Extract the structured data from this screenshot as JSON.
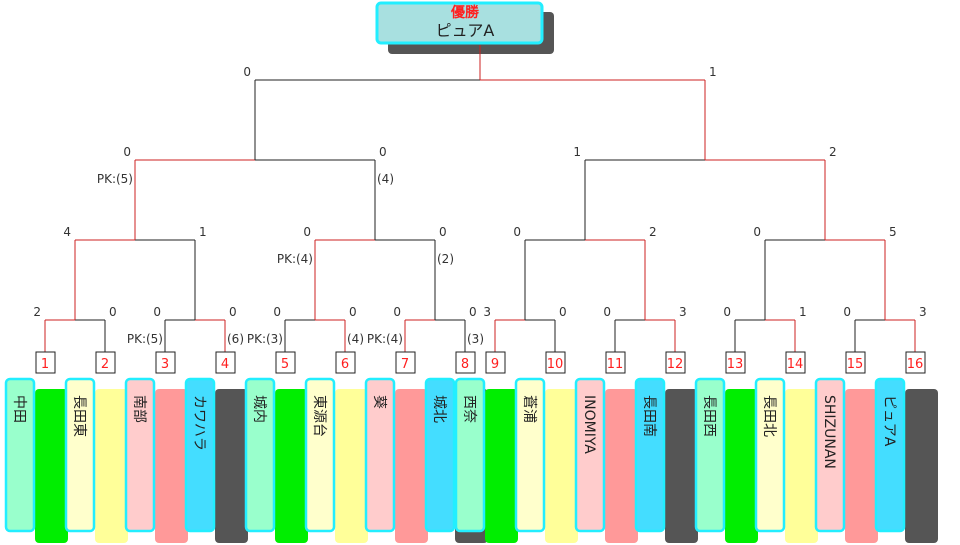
{
  "champion": {
    "label": "優勝",
    "name": "ピュアA"
  },
  "colors": {
    "win_line": "#cc2222",
    "lose_line": "#222222",
    "team_styles": {
      "green": {
        "fill": "#99ffcc",
        "shadow": "#00ee00"
      },
      "yellow": {
        "fill": "#ffffcc",
        "shadow": "#ffff99"
      },
      "pink": {
        "fill": "#ffcccc",
        "shadow": "#ff9999"
      },
      "blue": {
        "fill": "#44ddff",
        "shadow": "#555555"
      }
    },
    "border": "#22eeff"
  },
  "teams": [
    {
      "num": "1",
      "name": "中田",
      "style": "green"
    },
    {
      "num": "2",
      "name": "長田東",
      "style": "yellow"
    },
    {
      "num": "3",
      "name": "南部",
      "style": "pink"
    },
    {
      "num": "4",
      "name": "カワハラ",
      "style": "blue"
    },
    {
      "num": "5",
      "name": "城内",
      "style": "green"
    },
    {
      "num": "6",
      "name": "東源台",
      "style": "yellow"
    },
    {
      "num": "7",
      "name": "葵",
      "style": "pink"
    },
    {
      "num": "8",
      "name": "城北",
      "style": "blue"
    },
    {
      "num": "9",
      "name": "西奈",
      "style": "green"
    },
    {
      "num": "10",
      "name": "蒼浦",
      "style": "yellow"
    },
    {
      "num": "11",
      "name": "INOMIYA",
      "style": "pink"
    },
    {
      "num": "12",
      "name": "長田南",
      "style": "blue"
    },
    {
      "num": "13",
      "name": "長田西",
      "style": "green"
    },
    {
      "num": "14",
      "name": "長田北",
      "style": "yellow"
    },
    {
      "num": "15",
      "name": "SHIZUNAN",
      "style": "pink"
    },
    {
      "num": "16",
      "name": "ピュアA",
      "style": "blue"
    }
  ],
  "rounds": [
    [
      {
        "winner": "left",
        "left_score": "2",
        "right_score": "0"
      },
      {
        "winner": "right",
        "left_score": "0",
        "right_score": "0",
        "left_pk": "PK:(5)",
        "right_pk": "(6)"
      },
      {
        "winner": "right",
        "left_score": "0",
        "right_score": "0",
        "left_pk": "PK:(3)",
        "right_pk": "(4)"
      },
      {
        "winner": "left",
        "left_score": "0",
        "right_score": "0",
        "left_pk": "PK:(4)",
        "right_pk": "(3)"
      },
      {
        "winner": "left",
        "left_score": "3",
        "right_score": "0"
      },
      {
        "winner": "right",
        "left_score": "0",
        "right_score": "3"
      },
      {
        "winner": "right",
        "left_score": "0",
        "right_score": "1"
      },
      {
        "winner": "right",
        "left_score": "0",
        "right_score": "3"
      }
    ],
    [
      {
        "winner": "left",
        "left_score": "4",
        "right_score": "1"
      },
      {
        "winner": "left",
        "left_score": "0",
        "right_score": "0",
        "left_pk": "PK:(4)",
        "right_pk": "(2)"
      },
      {
        "winner": "right",
        "left_score": "0",
        "right_score": "2"
      },
      {
        "winner": "right",
        "left_score": "0",
        "right_score": "5"
      }
    ],
    [
      {
        "winner": "left",
        "left_score": "0",
        "right_score": "0",
        "left_pk": "PK:(5)",
        "right_pk": "(4)"
      },
      {
        "winner": "right",
        "left_score": "1",
        "right_score": "2"
      }
    ],
    [
      {
        "winner": "right",
        "left_score": "0",
        "right_score": "1"
      }
    ]
  ]
}
